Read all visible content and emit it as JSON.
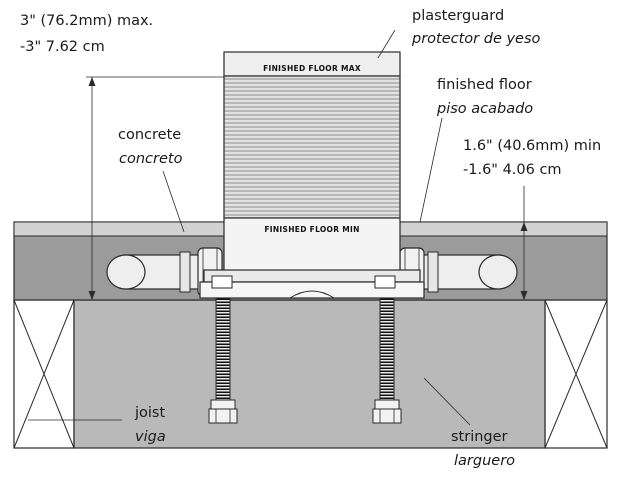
{
  "labels": {
    "max_line1": "3\" (76.2mm) max.",
    "max_line2": "-3\" 7.62 cm",
    "plasterguard_en": "plasterguard",
    "plasterguard_es": "protector de yeso",
    "finished_floor_en": "finished floor",
    "finished_floor_es": "piso acabado",
    "concrete_en": "concrete",
    "concrete_es": "concreto",
    "min_line1": "1.6\" (40.6mm) min",
    "min_line2": "-1.6\" 4.06 cm",
    "joist_en": "joist",
    "joist_es": "viga",
    "stringer_en": "stringer",
    "stringer_es": "larguero"
  },
  "stamps": {
    "finished_floor_max": "FINISHED FLOOR MAX",
    "finished_floor_min": "FINISHED FLOOR MIN"
  },
  "colors": {
    "concrete_top": "#cfcfcf",
    "concrete_body": "#9b9b9b",
    "stringer": "#b9b9b9",
    "plasterguard": "#e2e2e2",
    "ribs": "#c8c8c8",
    "outline": "#2a2a2a"
  }
}
